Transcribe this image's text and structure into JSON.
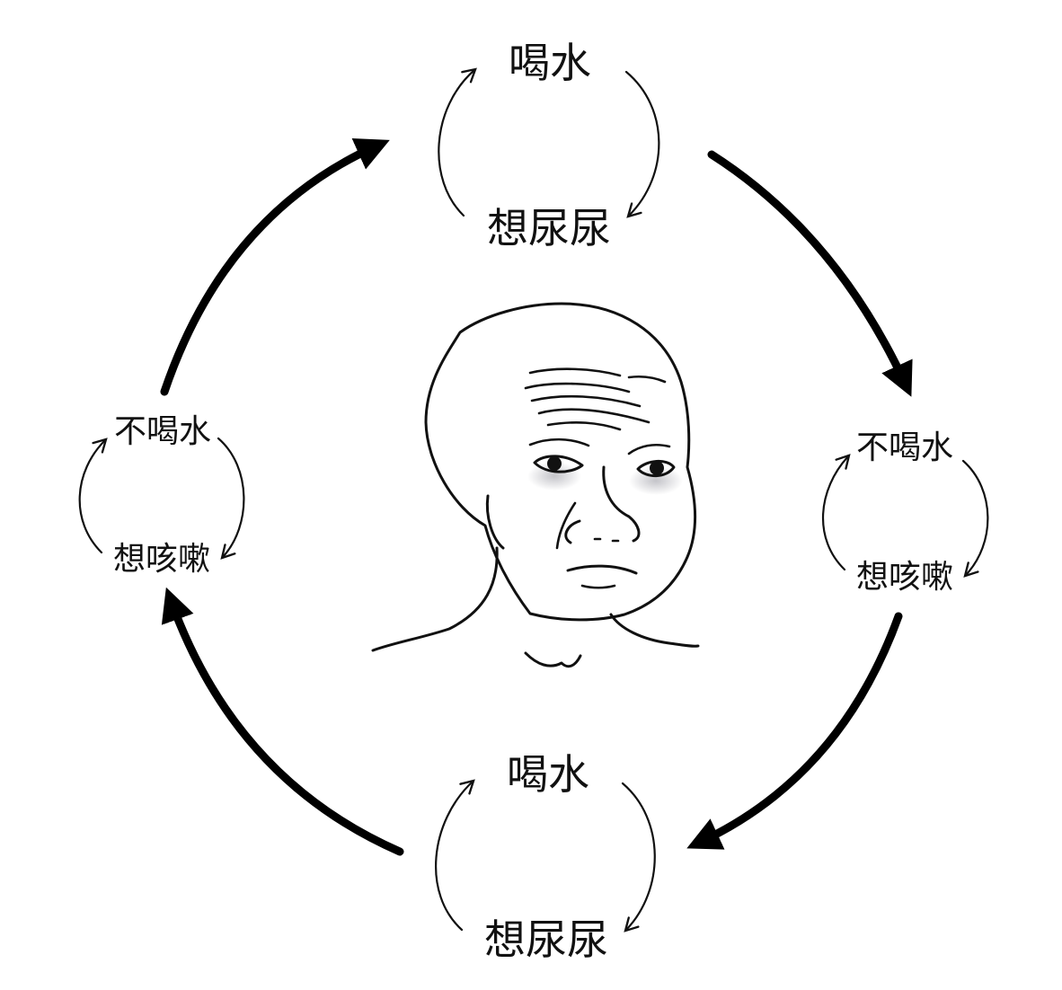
{
  "colors": {
    "background": "#ffffff",
    "ink": "#111111",
    "eye_shadow": "#b9b9bf"
  },
  "cycles": {
    "top": {
      "upper": "喝水",
      "lower": "想尿尿"
    },
    "right": {
      "upper": "不喝水",
      "lower": "想咳嗽"
    },
    "bottom": {
      "upper": "喝水",
      "lower": "想尿尿"
    },
    "left": {
      "upper": "不喝水",
      "lower": "想咳嗽"
    }
  },
  "center_figure": {
    "icon": "worried-wojak-face-icon"
  }
}
